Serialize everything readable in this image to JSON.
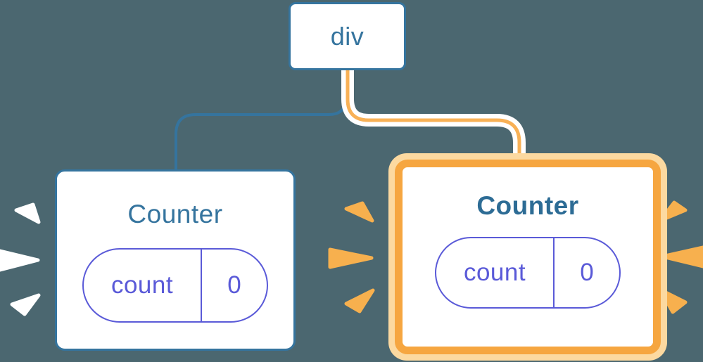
{
  "colors": {
    "background": "#4b6770",
    "blue": "#35749e",
    "blue_bold": "#2d6c95",
    "purple": "#5a5ad8",
    "orange": "#f6a640",
    "orange_halo": "#fcd9a0",
    "edge_orange": "#f8b156",
    "edge_casing": "#ffffff",
    "spark_white": "#ffffff",
    "spark_orange": "#f7b04e",
    "card_bg": "#ffffff"
  },
  "tree": {
    "root": {
      "label": "div"
    },
    "children": [
      {
        "label": "Counter",
        "state": {
          "key": "count",
          "value": "0"
        },
        "highlighted": false
      },
      {
        "label": "Counter",
        "state": {
          "key": "count",
          "value": "0"
        },
        "highlighted": true
      }
    ]
  }
}
